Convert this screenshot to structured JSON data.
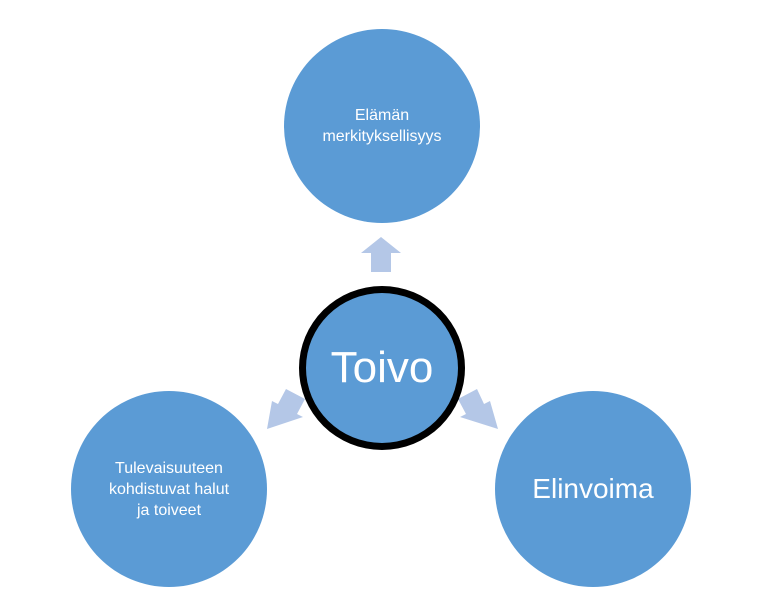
{
  "colors": {
    "node_fill": "#5b9bd5",
    "arrow_fill": "#b4c7e7",
    "center_border": "#000000",
    "text": "#ffffff"
  },
  "nodes": {
    "center": {
      "label": "Toivo"
    },
    "top": {
      "label": "Elämän\nmerkityksellisyys"
    },
    "left": {
      "label": "Tulevaisuuteen\nkohdistuvat halut\nja toiveet"
    },
    "right": {
      "label": "Elinvoima"
    }
  }
}
